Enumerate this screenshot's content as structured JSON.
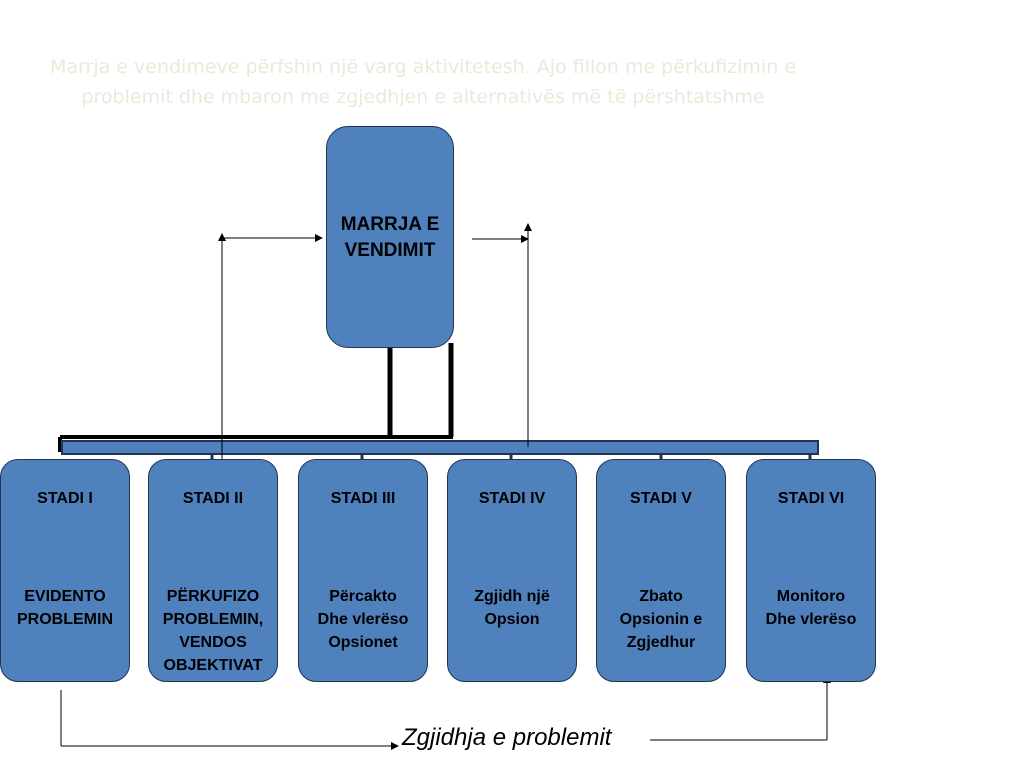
{
  "subtitle": {
    "line1": "Marrja e vendimeve përfshin një varg aktivitetesh. Ajo fillon me përkufizimin e",
    "line2": "problemit dhe mbaron me zgjedhjen e alternativës më të përshtatshme"
  },
  "main_box": {
    "label": "MARRJA E\nVENDIMIT"
  },
  "stages": [
    {
      "title": "STADI I",
      "description": "EVIDENTO\nPROBLEMIN"
    },
    {
      "title": "STADI II",
      "description": "PËRKUFIZO\nPROBLEMIN,\nVENDOS\nOBJEKTIVAT"
    },
    {
      "title": "STADI III",
      "description": "Përcakto\nDhe  vlerëso\nOpsionet"
    },
    {
      "title": "STADI IV",
      "description": "Zgjidh një\nOpsion"
    },
    {
      "title": "STADI V",
      "description": "Zbato\nOpsionin e\nZgjedhur"
    },
    {
      "title": "STADI VI",
      "description": "Monitoro\nDhe vlerëso"
    }
  ],
  "caption": "Zgjidhja e problemit",
  "colors": {
    "box_fill": "#4f81bd",
    "box_border": "#1f3553",
    "subtitle_text": "#e6ecd9",
    "connector": "#000000"
  }
}
